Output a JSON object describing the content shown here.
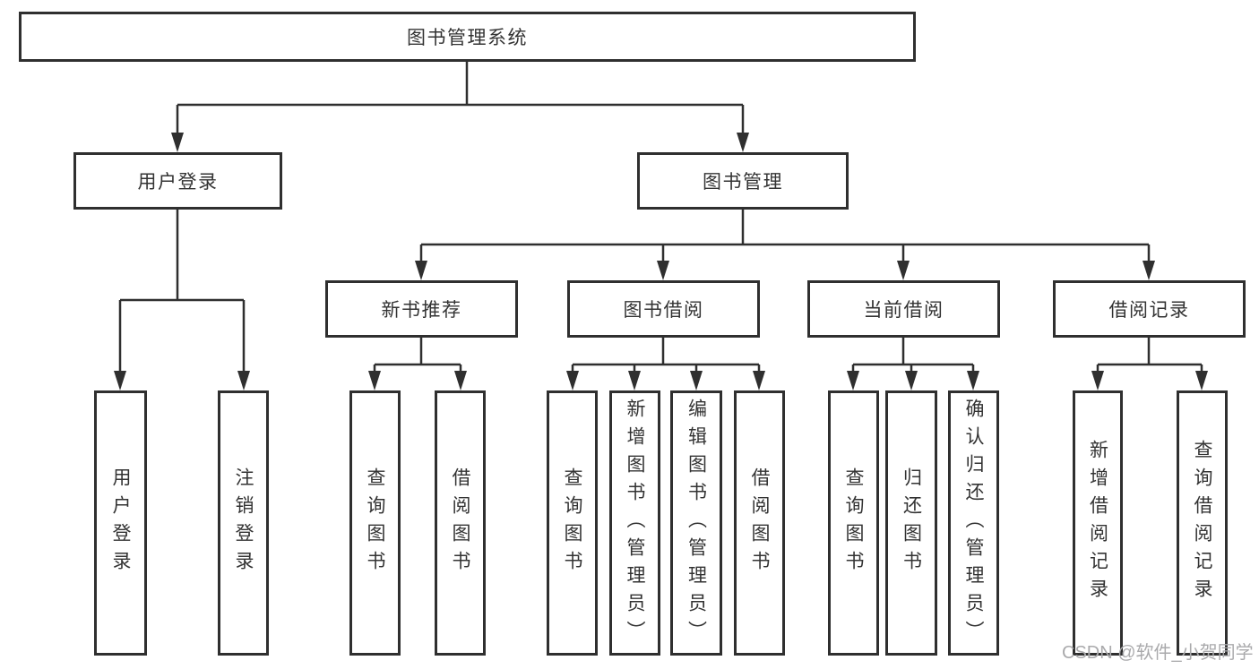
{
  "root": {
    "label": "图书管理系统"
  },
  "branches": [
    {
      "label": "用户登录",
      "children": [
        {
          "label": "用户登录"
        },
        {
          "label": "注销登录"
        }
      ]
    },
    {
      "label": "图书管理",
      "children": [
        {
          "label": "新书推荐",
          "children": [
            {
              "label": "查询图书"
            },
            {
              "label": "借阅图书"
            }
          ]
        },
        {
          "label": "图书借阅",
          "children": [
            {
              "label": "查询图书"
            },
            {
              "label": "新增图书（管理员）"
            },
            {
              "label": "编辑图书（管理员）"
            },
            {
              "label": "借阅图书"
            }
          ]
        },
        {
          "label": "当前借阅",
          "children": [
            {
              "label": "查询图书"
            },
            {
              "label": "归还图书"
            },
            {
              "label": "确认归还（管理员）"
            }
          ]
        },
        {
          "label": "借阅记录",
          "children": [
            {
              "label": "新增借阅记录"
            },
            {
              "label": "查询借阅记录"
            }
          ]
        }
      ]
    }
  ],
  "watermark": "CSDN @软件_小贺同学",
  "colors": {
    "line": "#2f2f2f",
    "box_border": "#2f2f2f",
    "text": "#333333",
    "watermark": "#aaaaac"
  }
}
